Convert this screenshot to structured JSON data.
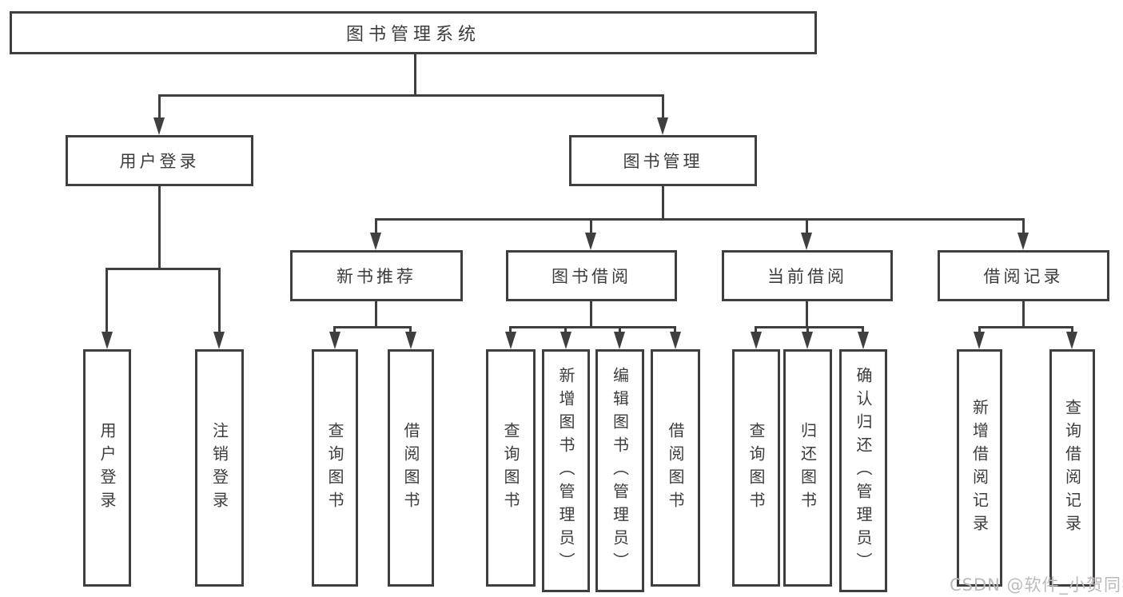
{
  "diagram": {
    "nodes": {
      "root": {
        "label": "图书管理系统"
      },
      "user_login": {
        "label": "用户登录"
      },
      "book_management": {
        "label": "图书管理"
      },
      "new_book_recommend": {
        "label": "新书推荐"
      },
      "book_borrowing": {
        "label": "图书借阅"
      },
      "current_borrowing": {
        "label": "当前借阅"
      },
      "borrowing_records": {
        "label": "借阅记录"
      },
      "leaf_user_login": {
        "label": "用户登录"
      },
      "leaf_logout": {
        "label": "注销登录"
      },
      "leaf_query_books_1": {
        "label": "查询图书"
      },
      "leaf_borrow_books_1": {
        "label": "借阅图书"
      },
      "leaf_query_books_2": {
        "label": "查询图书"
      },
      "leaf_add_books_admin": {
        "label": "新增图书（管理员）"
      },
      "leaf_edit_books_admin": {
        "label": "编辑图书（管理员）"
      },
      "leaf_borrow_books_2": {
        "label": "借阅图书"
      },
      "leaf_query_books_3": {
        "label": "查询图书"
      },
      "leaf_return_books": {
        "label": "归还图书"
      },
      "leaf_confirm_return_admin": {
        "label": "确认归还（管理员）"
      },
      "leaf_add_borrow_record": {
        "label": "新增借阅记录"
      },
      "leaf_query_borrow_record": {
        "label": "查询借阅记录"
      }
    },
    "structure": {
      "root": [
        "user_login",
        "book_management"
      ],
      "user_login": [
        "leaf_user_login",
        "leaf_logout"
      ],
      "book_management": [
        "new_book_recommend",
        "book_borrowing",
        "current_borrowing",
        "borrowing_records"
      ],
      "new_book_recommend": [
        "leaf_query_books_1",
        "leaf_borrow_books_1"
      ],
      "book_borrowing": [
        "leaf_query_books_2",
        "leaf_add_books_admin",
        "leaf_edit_books_admin",
        "leaf_borrow_books_2"
      ],
      "current_borrowing": [
        "leaf_query_books_3",
        "leaf_return_books",
        "leaf_confirm_return_admin"
      ],
      "borrowing_records": [
        "leaf_add_borrow_record",
        "leaf_query_borrow_record"
      ]
    }
  },
  "watermark": {
    "text": "CSDN @软件_小贺同学"
  },
  "colors": {
    "line": "#3f3f3f",
    "text": "#3c3c3c",
    "watermark": "#bdb9b9",
    "background": "#ffffff"
  }
}
